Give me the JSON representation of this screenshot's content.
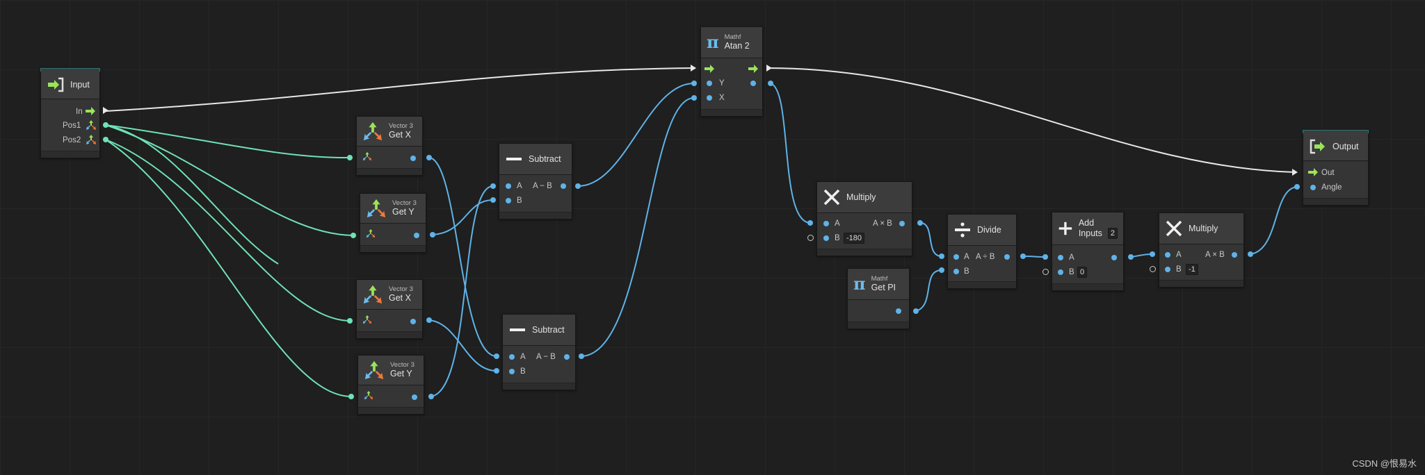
{
  "nodes": {
    "input": {
      "title": "Input",
      "ports": {
        "in": "In",
        "pos1": "Pos1",
        "pos2": "Pos2"
      }
    },
    "getx1": {
      "subtitle": "Vector 3",
      "title": "Get X"
    },
    "gety1": {
      "subtitle": "Vector 3",
      "title": "Get Y"
    },
    "getx2": {
      "subtitle": "Vector 3",
      "title": "Get X"
    },
    "gety2": {
      "subtitle": "Vector 3",
      "title": "Get Y"
    },
    "sub1": {
      "title": "Subtract",
      "ports": {
        "a": "A",
        "b": "B",
        "out": "A − B"
      }
    },
    "sub2": {
      "title": "Subtract",
      "ports": {
        "a": "A",
        "b": "B",
        "out": "A − B"
      }
    },
    "atan2": {
      "subtitle": "Mathf",
      "title": "Atan 2",
      "ports": {
        "y": "Y",
        "x": "X"
      }
    },
    "mul1": {
      "title": "Multiply",
      "ports": {
        "a": "A",
        "b": "B",
        "out": "A × B"
      },
      "b_value": "-180"
    },
    "getpi": {
      "subtitle": "Mathf",
      "title": "Get PI"
    },
    "divide": {
      "title": "Divide",
      "ports": {
        "a": "A",
        "b": "B",
        "out": "A ÷ B"
      }
    },
    "add": {
      "title_line1": "Add",
      "title_line2": "Inputs",
      "inputs_count": "2",
      "ports": {
        "a": "A",
        "b": "B"
      },
      "b_value": "0"
    },
    "mul2": {
      "title": "Multiply",
      "ports": {
        "a": "A",
        "b": "B",
        "out": "A × B"
      },
      "b_value": "-1"
    },
    "output": {
      "title": "Output",
      "ports": {
        "out": "Out",
        "angle": "Angle"
      }
    }
  },
  "colors": {
    "flow": "#e8e8e8",
    "float_port": "#5fb3e8",
    "vector_port": "#6fe2b6",
    "header_accent": "#2d7574",
    "icon_green": "#9be35a",
    "icon_blue": "#6cbcf0",
    "icon_orange": "#f07a3a"
  },
  "icons": {
    "input": "flow-enter-icon",
    "vector3": "vector3-axes-icon",
    "subtract": "minus-icon",
    "mathf": "pi-icon",
    "multiply": "times-icon",
    "divide": "divide-icon",
    "add": "plus-icon",
    "output": "flow-exit-icon"
  },
  "watermark": "CSDN @恨易水"
}
